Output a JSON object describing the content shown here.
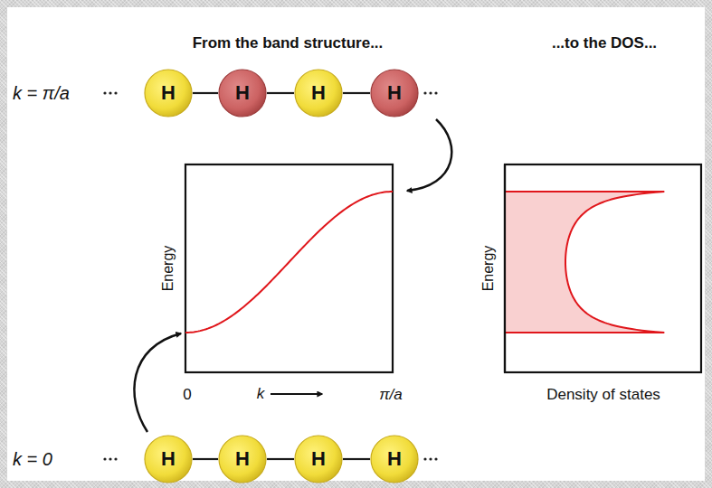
{
  "diagram": {
    "nodes": [
      {
        "text": [
          "H"
        ]
      },
      {
        "text": [
          "H"
        ]
      },
      {
        "text": [
          "H"
        ]
      },
      {
        "text": [
          "H"
        ]
      },
      {
        "text": [
          "H"
        ]
      },
      {
        "text": [
          "H"
        ]
      },
      {
        "text": [
          "H"
        ]
      },
      {
        "text": [
          "H"
        ]
      }
    ],
    "edges": [
      {
        "from": 0,
        "to": 1,
        "arrow": "none"
      },
      {
        "from": 1,
        "to": 2,
        "arrow": "none"
      },
      {
        "from": 2,
        "to": 3,
        "arrow": "none"
      },
      {
        "from": 4,
        "to": 5,
        "arrow": "none"
      },
      {
        "from": 5,
        "to": 6,
        "arrow": "none"
      },
      {
        "from": 6,
        "to": 7,
        "arrow": "none"
      }
    ],
    "labels": [
      "From the band structure...",
      "...to the DOS...",
      "k = π/a",
      "Energy",
      "0",
      "k",
      "π/a",
      "Energy",
      "Density of states",
      "k = 0"
    ]
  }
}
